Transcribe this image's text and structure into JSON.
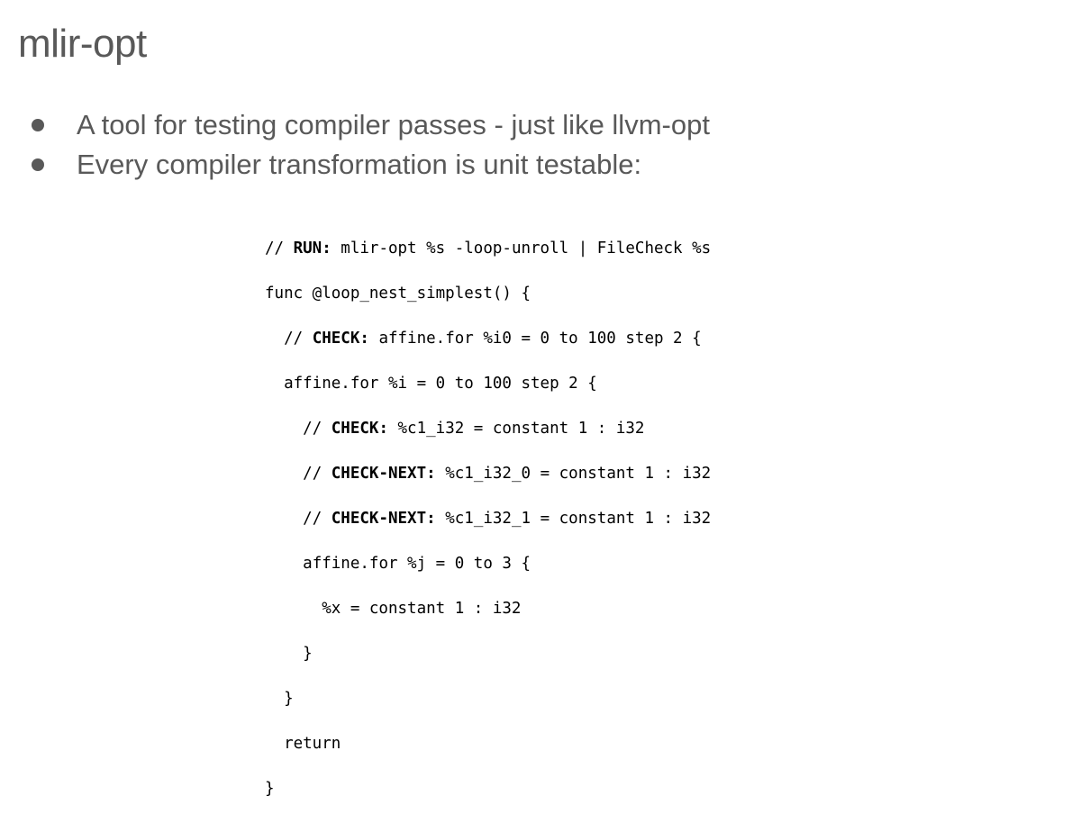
{
  "slide": {
    "title": "mlir-opt",
    "bullets": [
      "A tool for testing compiler passes - just like llvm-opt",
      "Every compiler transformation is unit testable:"
    ]
  },
  "code": {
    "lines": [
      {
        "indent": "",
        "prefix": "// ",
        "keyword": "RUN:",
        "text": " mlir-opt %s -loop-unroll | FileCheck %s"
      },
      {
        "indent": "",
        "prefix": "",
        "keyword": "",
        "text": "func @loop_nest_simplest() {"
      },
      {
        "indent": "  ",
        "prefix": "// ",
        "keyword": "CHECK:",
        "text": " affine.for %i0 = 0 to 100 step 2 {"
      },
      {
        "indent": "  ",
        "prefix": "",
        "keyword": "",
        "text": "affine.for %i = 0 to 100 step 2 {"
      },
      {
        "indent": "    ",
        "prefix": "// ",
        "keyword": "CHECK:",
        "text": " %c1_i32 = constant 1 : i32"
      },
      {
        "indent": "    ",
        "prefix": "// ",
        "keyword": "CHECK-NEXT:",
        "text": " %c1_i32_0 = constant 1 : i32"
      },
      {
        "indent": "    ",
        "prefix": "// ",
        "keyword": "CHECK-NEXT:",
        "text": " %c1_i32_1 = constant 1 : i32"
      },
      {
        "indent": "    ",
        "prefix": "",
        "keyword": "",
        "text": "affine.for %j = 0 to 3 {"
      },
      {
        "indent": "      ",
        "prefix": "",
        "keyword": "",
        "text": "%x = constant 1 : i32"
      },
      {
        "indent": "    ",
        "prefix": "",
        "keyword": "",
        "text": "}"
      },
      {
        "indent": "  ",
        "prefix": "",
        "keyword": "",
        "text": "}"
      },
      {
        "indent": "  ",
        "prefix": "",
        "keyword": "",
        "text": "return"
      },
      {
        "indent": "",
        "prefix": "",
        "keyword": "",
        "text": "}"
      }
    ]
  }
}
